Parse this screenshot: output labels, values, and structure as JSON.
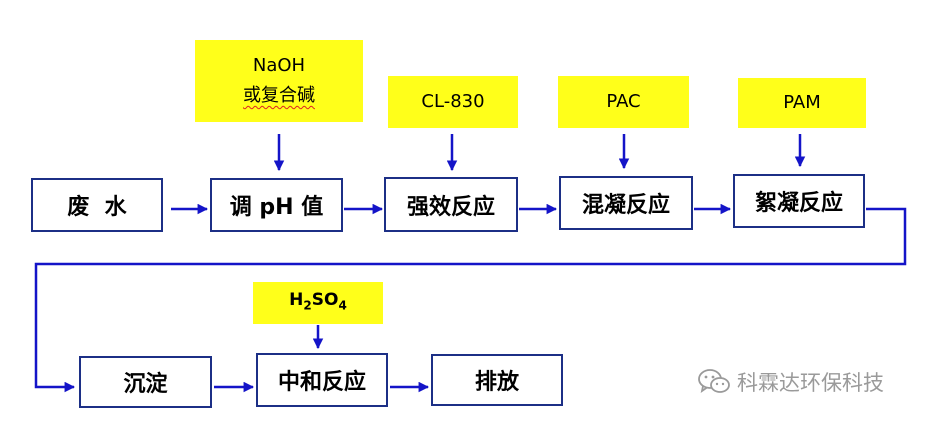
{
  "process_steps": [
    {
      "id": "wastewater",
      "label": "废  水"
    },
    {
      "id": "adjust-ph",
      "label": "调 pH 值"
    },
    {
      "id": "strong-reaction",
      "label": "强效反应"
    },
    {
      "id": "coagulation",
      "label": "混凝反应"
    },
    {
      "id": "flocculation",
      "label": "絮凝反应"
    },
    {
      "id": "sedimentation",
      "label": "沉淀"
    },
    {
      "id": "neutralization",
      "label": "中和反应"
    },
    {
      "id": "discharge",
      "label": "排放"
    }
  ],
  "reagents": {
    "naoh": {
      "line1": "NaOH",
      "line2": "或复合碱"
    },
    "cl830": "CL-830",
    "pac": "PAC",
    "pam": "PAM",
    "h2so4": {
      "h": "H",
      "sub2": "2",
      "so": "SO",
      "sub4": "4"
    }
  },
  "watermark": {
    "text": "科霖达环保科技",
    "icon": "wechat-icon"
  },
  "colors": {
    "box_border": "#1c2f86",
    "arrow": "#1414c8",
    "reagent_fill": "#ffff1a"
  }
}
